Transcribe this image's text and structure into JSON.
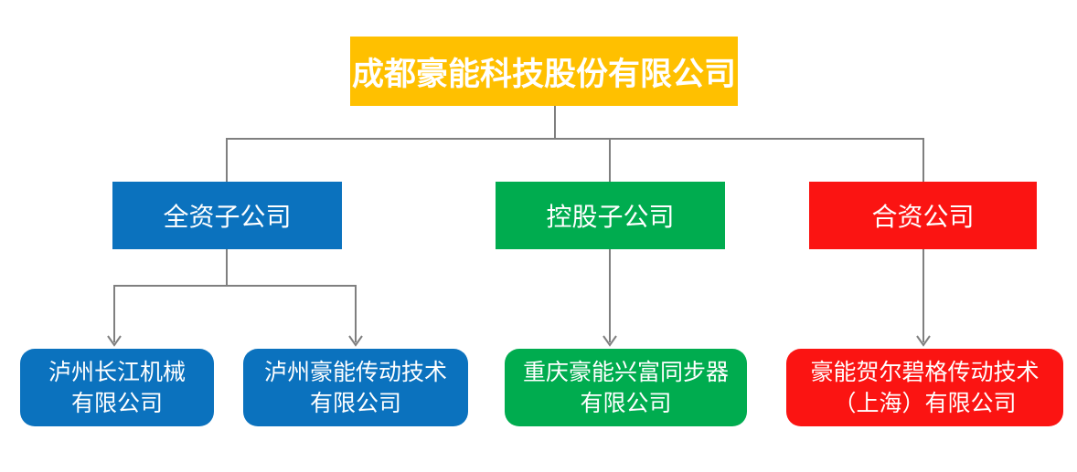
{
  "diagram": {
    "type": "org-chart",
    "connector_color": "#7F7F7F",
    "root": {
      "name": "成都豪能科技股份有限公司",
      "color": "#FFC000"
    },
    "branches": [
      {
        "name": "全资子公司",
        "color": "#0B72BE",
        "children": [
          {
            "name": "泸州长江机械有限公司",
            "lines": [
              "泸州长江机械",
              "有限公司"
            ]
          },
          {
            "name": "泸州豪能传动技术有限公司",
            "lines": [
              "泸州豪能传动技术",
              "有限公司"
            ]
          }
        ]
      },
      {
        "name": "控股子公司",
        "color": "#00AC4F",
        "children": [
          {
            "name": "重庆豪能兴富同步器有限公司",
            "lines": [
              "重庆豪能兴富同步器",
              "有限公司"
            ]
          }
        ]
      },
      {
        "name": "合资公司",
        "color": "#FB1412",
        "children": [
          {
            "name": "豪能贺尔碧格传动技术（上海）有限公司",
            "lines": [
              "豪能贺尔碧格传动技术",
              "（上海）有限公司"
            ]
          }
        ]
      }
    ]
  }
}
